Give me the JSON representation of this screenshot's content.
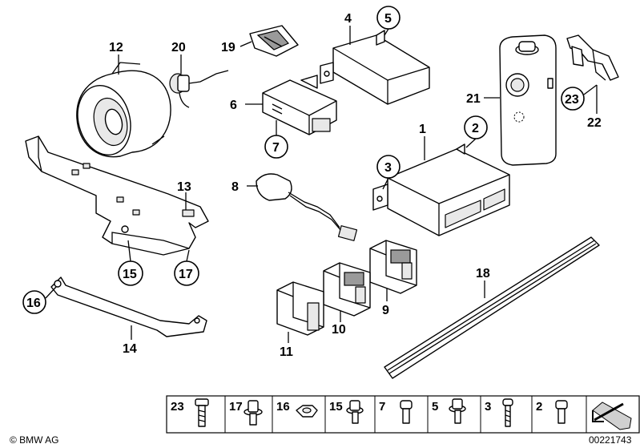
{
  "callouts": {
    "c12": "12",
    "c20": "20",
    "c19": "19",
    "c4": "4",
    "c5": "5",
    "c6": "6",
    "c7": "7",
    "c21": "21",
    "c22": "22",
    "c23": "23",
    "c1": "1",
    "c2": "2",
    "c3": "3",
    "c8": "8",
    "c13": "13",
    "c15": "15",
    "c17": "17",
    "c16": "16",
    "c14": "14",
    "c18": "18",
    "c9": "9",
    "c10": "10",
    "c11": "11"
  },
  "fastener_tray": {
    "labels": [
      "23",
      "17",
      "16",
      "15",
      "7",
      "5",
      "3",
      "2"
    ]
  },
  "footer": {
    "brand": "© BMW AG",
    "diagram_number": "00221743"
  }
}
